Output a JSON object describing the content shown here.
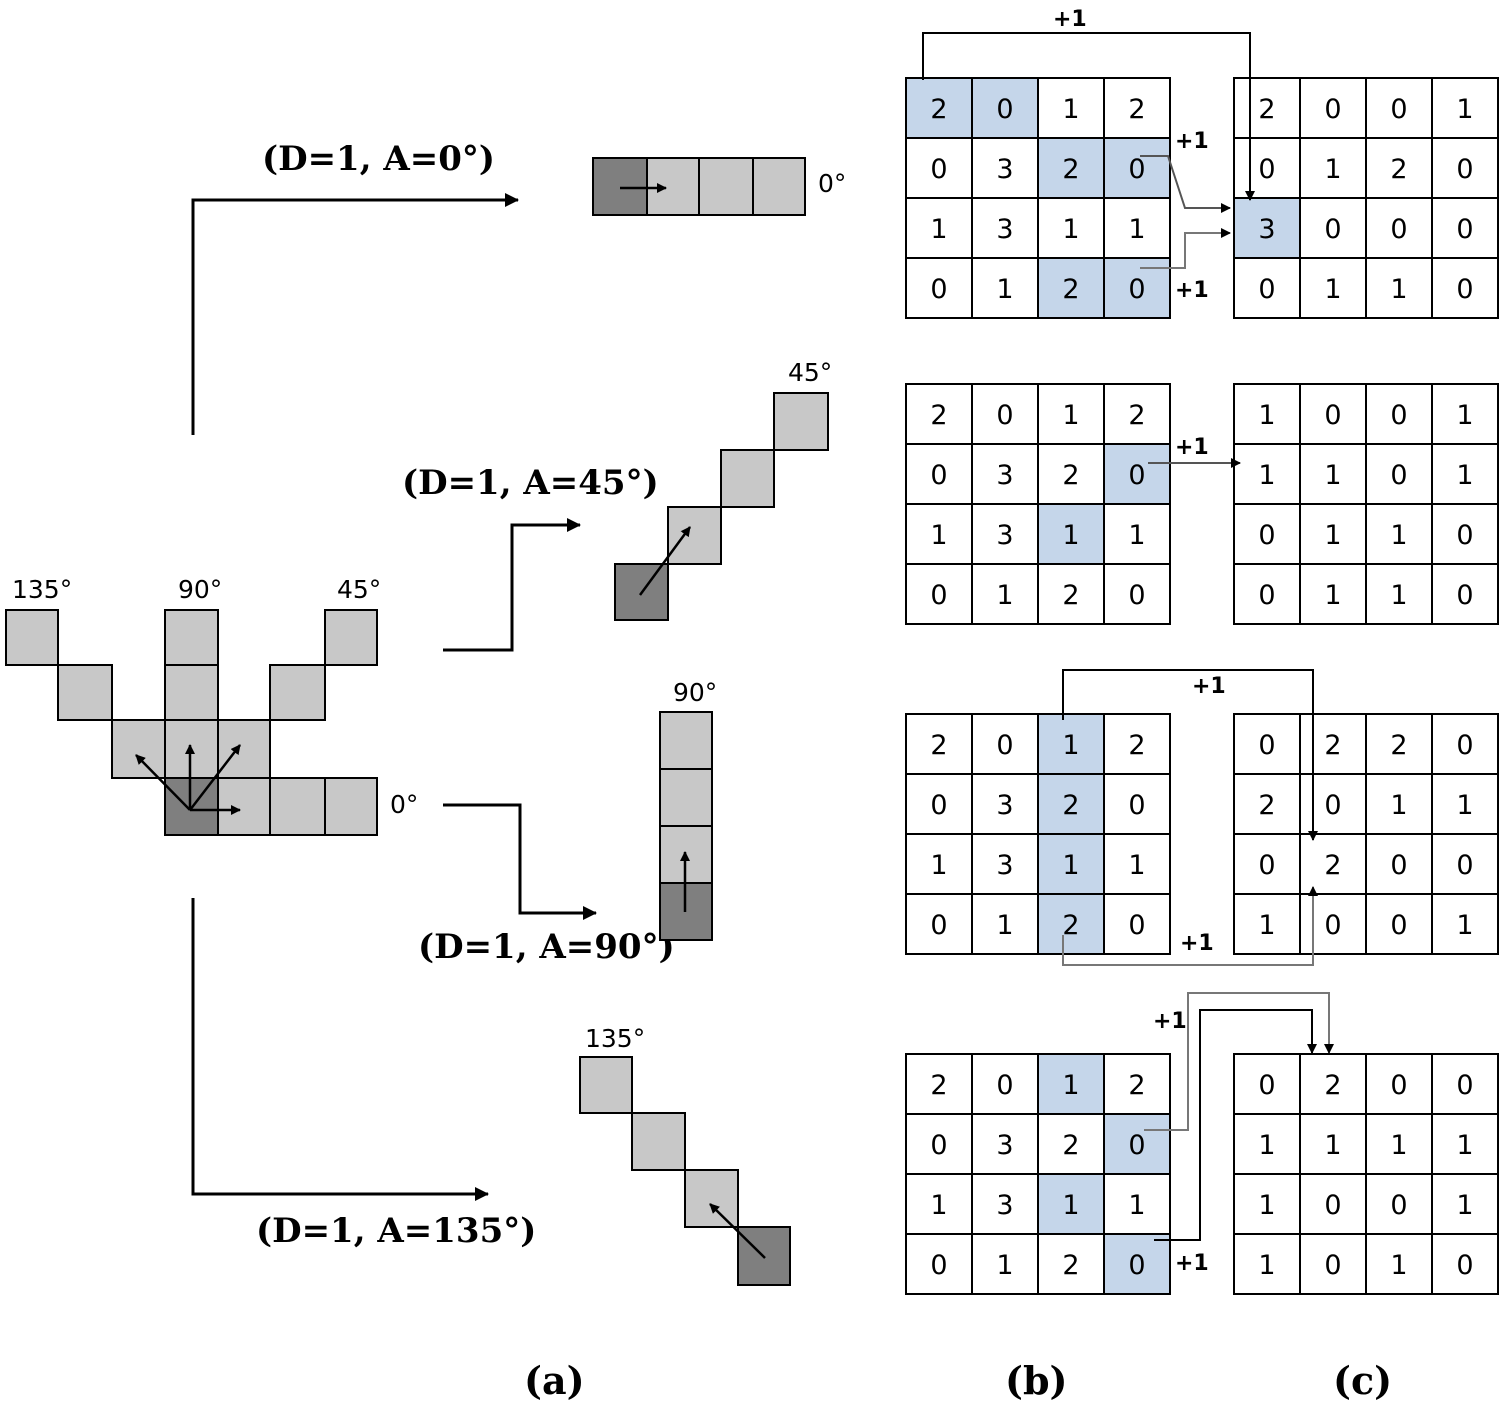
{
  "directions": {
    "d0": {
      "label": "(D=1, A=0°)",
      "angle": "0°"
    },
    "d45": {
      "label": "(D=1, A=45°)",
      "angle": "45°"
    },
    "d90": {
      "label": "(D=1, A=90°)",
      "angle": "90°"
    },
    "d135": {
      "label": "(D=1, A=135°)",
      "angle": "135°"
    }
  },
  "plus_one": "+1",
  "panel_labels": {
    "a": "(a)",
    "b": "(b)",
    "c": "(c)"
  },
  "image_matrix": [
    [
      2,
      0,
      1,
      2
    ],
    [
      0,
      3,
      2,
      0
    ],
    [
      1,
      3,
      1,
      1
    ],
    [
      0,
      1,
      2,
      0
    ]
  ],
  "rows": [
    {
      "highlight": [
        [
          0,
          0
        ],
        [
          0,
          1
        ],
        [
          1,
          2
        ],
        [
          1,
          3
        ],
        [
          3,
          2
        ],
        [
          3,
          3
        ]
      ],
      "glcm": [
        [
          2,
          0,
          0,
          1
        ],
        [
          0,
          1,
          2,
          0
        ],
        [
          3,
          0,
          0,
          0
        ],
        [
          0,
          1,
          1,
          0
        ]
      ],
      "glcm_highlight": [
        [
          2,
          0
        ]
      ]
    },
    {
      "highlight": [
        [
          1,
          3
        ],
        [
          2,
          2
        ]
      ],
      "glcm": [
        [
          1,
          0,
          0,
          1
        ],
        [
          1,
          1,
          0,
          1
        ],
        [
          0,
          1,
          1,
          0
        ],
        [
          0,
          1,
          1,
          0
        ]
      ],
      "glcm_highlight": []
    },
    {
      "highlight": [
        [
          0,
          2
        ],
        [
          1,
          2
        ],
        [
          2,
          2
        ],
        [
          3,
          2
        ]
      ],
      "glcm": [
        [
          0,
          2,
          2,
          0
        ],
        [
          2,
          0,
          1,
          1
        ],
        [
          0,
          2,
          0,
          0
        ],
        [
          1,
          0,
          0,
          1
        ]
      ],
      "glcm_highlight": []
    },
    {
      "highlight": [
        [
          0,
          2
        ],
        [
          1,
          3
        ],
        [
          2,
          2
        ],
        [
          3,
          3
        ]
      ],
      "glcm": [
        [
          0,
          2,
          0,
          0
        ],
        [
          1,
          1,
          1,
          1
        ],
        [
          1,
          0,
          0,
          1
        ],
        [
          1,
          0,
          1,
          0
        ]
      ],
      "glcm_highlight": []
    }
  ],
  "colors": {
    "highlight": "#c5d6ea",
    "light_gray": "#c8c8c8",
    "dark_gray": "#7f7f7f"
  }
}
